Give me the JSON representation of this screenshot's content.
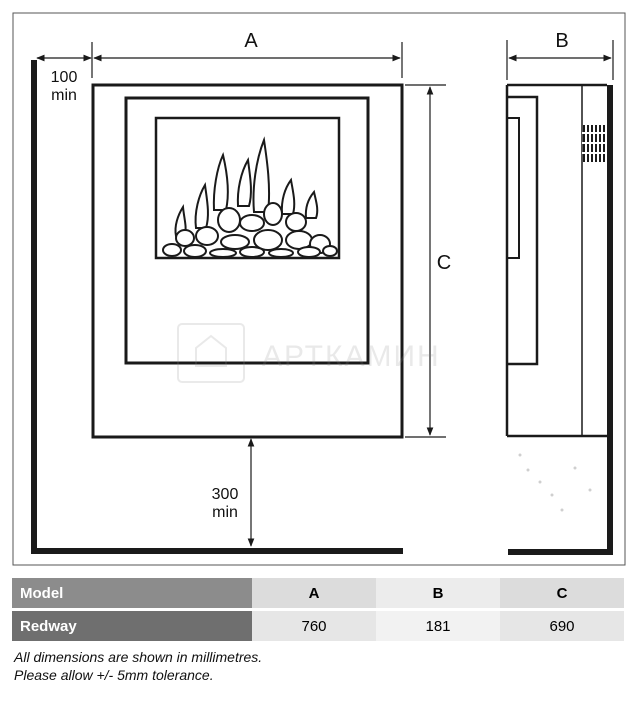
{
  "diagram": {
    "label_a": "A",
    "label_b": "B",
    "label_c": "C",
    "side_clearance": {
      "value": "100",
      "unit": "min"
    },
    "floor_clearance": {
      "value": "300",
      "unit": "min"
    },
    "watermark": "АРТКАМИН"
  },
  "table": {
    "headers": [
      "Model",
      "A",
      "B",
      "C"
    ],
    "rows": [
      [
        "Redway",
        "760",
        "181",
        "690"
      ]
    ]
  },
  "notes": [
    "All dimensions are shown in millimetres.",
    "Please allow +/- 5mm tolerance."
  ],
  "colors": {
    "line": "#1a1a1a",
    "header_label_bg": "#8c8c8c",
    "row_label_bg": "#6f6f6f"
  }
}
